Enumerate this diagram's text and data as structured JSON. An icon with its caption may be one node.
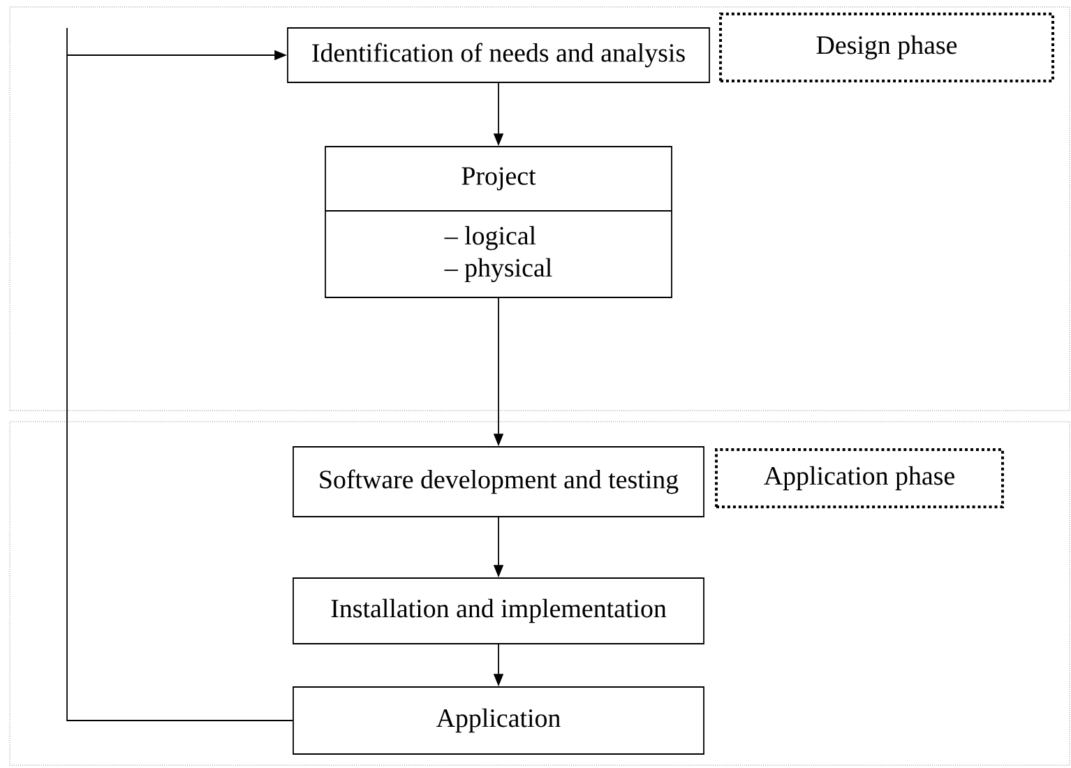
{
  "diagram": {
    "nodes": [
      {
        "text": [],
        "shape": "box"
      },
      {
        "text": [
          "Design phase"
        ],
        "in": 0
      },
      {
        "text": [
          "Identification of needs and analysis"
        ],
        "in": 0
      },
      {
        "text": [
          "Project",
          "– logical",
          "– physical"
        ],
        "in": 0
      },
      {
        "text": [],
        "shape": "box"
      },
      {
        "text": [
          "Application phase"
        ],
        "in": 4
      },
      {
        "text": [
          "Software development and testing"
        ],
        "in": 4
      },
      {
        "text": [
          "Installation and implementation"
        ],
        "in": 4
      },
      {
        "text": [
          "Application"
        ],
        "in": 4
      }
    ],
    "edges": [
      {
        "from": 2,
        "to": 3,
        "arrow": "to"
      },
      {
        "from": 3,
        "to": 6,
        "arrow": "to"
      },
      {
        "from": 6,
        "to": 7,
        "arrow": "to"
      },
      {
        "from": 7,
        "to": 8,
        "arrow": "to"
      },
      {
        "from": 8,
        "to": 2,
        "arrow": "to"
      }
    ]
  }
}
